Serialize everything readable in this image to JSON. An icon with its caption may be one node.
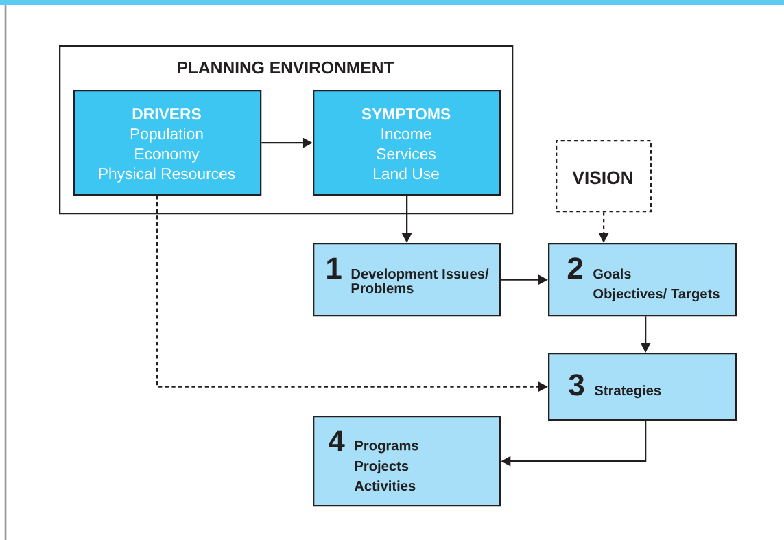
{
  "diagram": {
    "nodes": [
      {
        "text": [
          "PLANNING ENVIRONMENT"
        ]
      },
      {
        "text": [
          "DRIVERS",
          "Population",
          "Economy",
          "Physical Resources"
        ],
        "in": 0
      },
      {
        "text": [
          "SYMPTOMS",
          "Income",
          "Services",
          "Land Use"
        ],
        "in": 0
      },
      {
        "text": [
          "VISION"
        ]
      },
      {
        "text": [
          "1",
          "Development Issues/ Problems"
        ]
      },
      {
        "text": [
          "2",
          "Goals",
          "Objectives/ Targets"
        ]
      },
      {
        "text": [
          "3",
          "Strategies"
        ]
      },
      {
        "text": [
          "4",
          "Programs",
          "Projects",
          "Activities"
        ]
      }
    ],
    "edges": [
      {
        "from": 1,
        "to": 2,
        "arrow": "to"
      },
      {
        "from": 2,
        "to": 4,
        "arrow": "to"
      },
      {
        "from": 3,
        "to": 5,
        "arrow": "to",
        "style": "dashed"
      },
      {
        "from": 4,
        "to": 5,
        "arrow": "to"
      },
      {
        "from": 5,
        "to": 6,
        "arrow": "to"
      },
      {
        "from": 1,
        "to": 6,
        "arrow": "to",
        "style": "dashed"
      },
      {
        "from": 6,
        "to": 7,
        "arrow": "to"
      }
    ]
  }
}
